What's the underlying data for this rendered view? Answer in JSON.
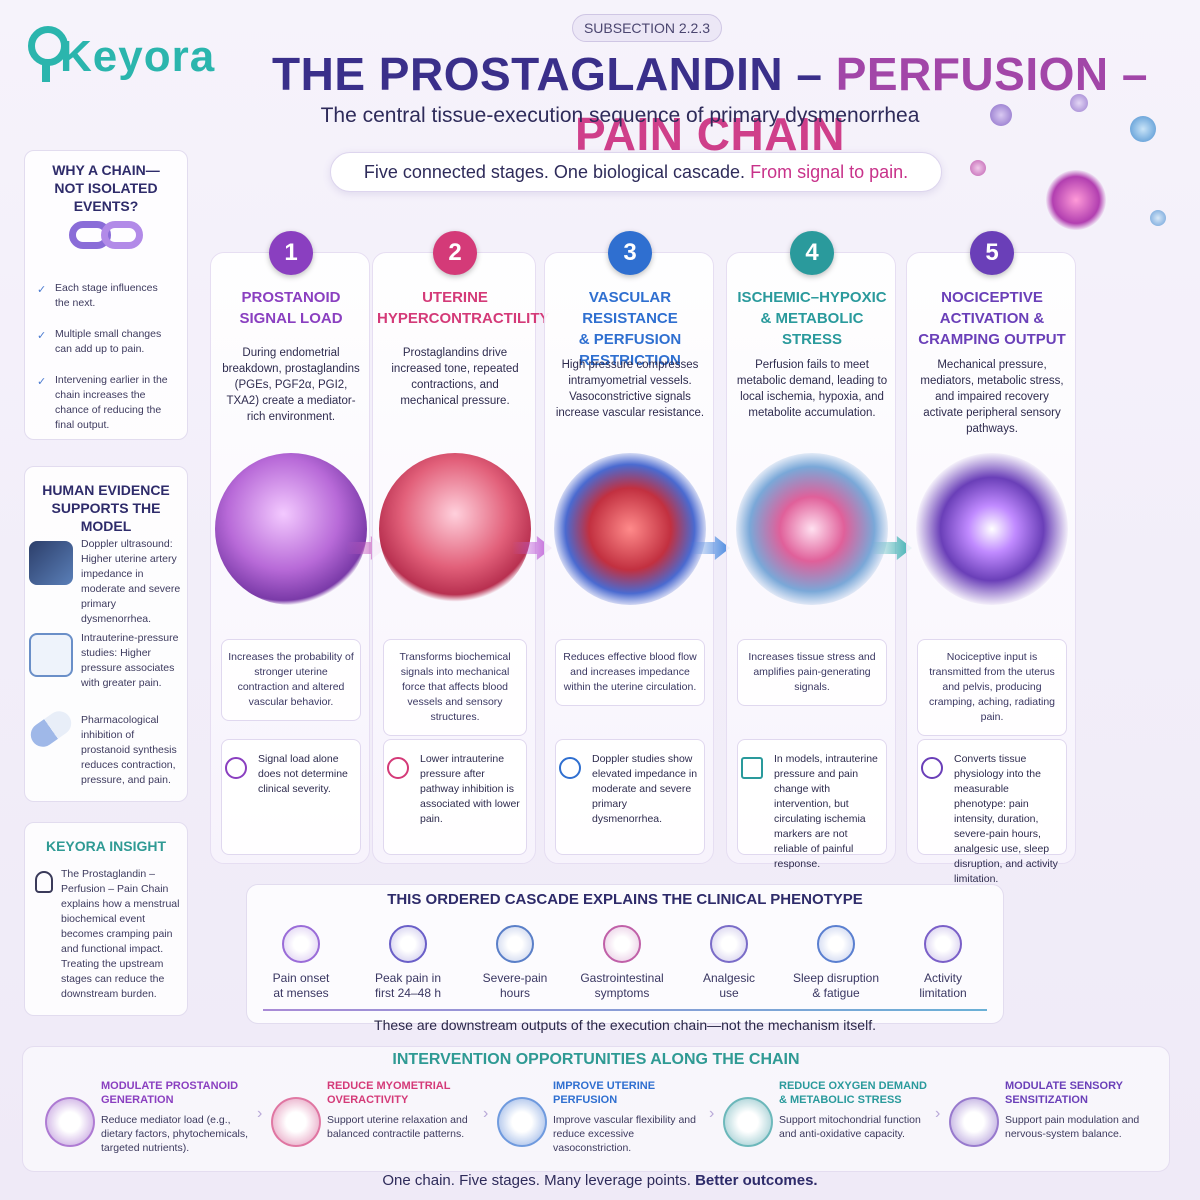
{
  "logo": "Keyora",
  "subsection": "SUBSECTION 2.2.3",
  "title": {
    "part1": "THE PROSTAGLANDIN –",
    "part2": "PERFUSION –",
    "part3": "PAIN CHAIN"
  },
  "subtitle": "The central tissue-execution sequence of primary dysmenorrhea",
  "banner": {
    "text": "Five connected stages. One biological cascade.",
    "highlight": "From signal to pain."
  },
  "left_panels": {
    "why": {
      "title": "WHY A CHAIN—\nNOT ISOLATED EVENTS?",
      "items": [
        "Each stage influences the next.",
        "Multiple small changes can add up to pain.",
        "Intervening earlier in the chain increases the chance of reducing the final output."
      ]
    },
    "evidence": {
      "title": "HUMAN EVIDENCE\nSUPPORTS THE MODEL",
      "items": [
        "Doppler ultrasound: Higher uterine artery impedance in moderate and severe primary dysmenorrhea.",
        "Intrauterine-pressure studies: Higher pressure associates with greater pain.",
        "Pharmacological inhibition of prostanoid synthesis reduces contraction, pressure, and pain."
      ]
    },
    "insight": {
      "title": "KEYORA INSIGHT",
      "text": "The Prostaglandin – Perfusion – Pain Chain explains how a menstrual biochemical event becomes cramping pain and functional impact. Treating the upstream stages can reduce the downstream burden."
    }
  },
  "stages": [
    {
      "num": "1",
      "title": "PROSTANOID\nSIGNAL LOAD",
      "desc": "During endometrial breakdown, prostaglandins (PGEs, PGF2α, PGI2, TXA2) create a mediator-rich environment.",
      "box1": "Increases the probability of stronger uterine contraction and altered vascular behavior.",
      "box2": "Signal load alone does not determine clinical severity.",
      "color": "#8a3fc0"
    },
    {
      "num": "2",
      "title": "UTERINE\nHYPERCONTRACTILITY",
      "desc": "Prostaglandins drive increased tone, repeated contractions, and mechanical pressure.",
      "box1": "Transforms biochemical signals into mechanical force that affects blood vessels and sensory structures.",
      "box2": "Lower intrauterine pressure after pathway inhibition is associated with lower pain.",
      "color": "#d43a78"
    },
    {
      "num": "3",
      "title": "VASCULAR RESISTANCE\n& PERFUSION\nRESTRICTION",
      "desc": "High pressure compresses intramyometrial vessels. Vasoconstrictive signals increase vascular resistance.",
      "box1": "Reduces effective blood flow and increases impedance within the uterine circulation.",
      "box2": "Doppler studies show elevated impedance in moderate and severe primary dysmenorrhea.",
      "color": "#2f6fd0"
    },
    {
      "num": "4",
      "title": "ISCHEMIC–HYPOXIC\n& METABOLIC\nSTRESS",
      "desc": "Perfusion fails to meet metabolic demand, leading to local ischemia, hypoxia, and metabolite accumulation.",
      "box1": "Increases tissue stress and amplifies pain-generating signals.",
      "box2": "In models, intrauterine pressure and pain change with intervention, but circulating ischemia markers are not reliable of painful response.",
      "color": "#2a9a9c"
    },
    {
      "num": "5",
      "title": "NOCICEPTIVE\nACTIVATION &\nCRAMPING OUTPUT",
      "desc": "Mechanical pressure, mediators, metabolic stress, and impaired recovery activate peripheral sensory pathways.",
      "box1": "Nociceptive input is transmitted from the uterus and pelvis, producing cramping, aching, radiating pain.",
      "box2": "Converts tissue physiology into the measurable phenotype: pain intensity, duration, severe-pain hours, analgesic use, sleep disruption, and activity limitation.",
      "color": "#6a3fb8"
    }
  ],
  "cascade": {
    "title": "THIS ORDERED CASCADE EXPLAINS THE CLINICAL PHENOTYPE",
    "items": [
      "Pain onset\nat menses",
      "Peak pain in\nfirst 24–48 h",
      "Severe-pain\nhours",
      "Gastrointestinal\nsymptoms",
      "Analgesic\nuse",
      "Sleep disruption\n& fatigue",
      "Activity\nlimitation"
    ],
    "note": "These are downstream outputs of the execution chain—not the mechanism itself."
  },
  "interventions": {
    "title": "INTERVENTION OPPORTUNITIES ALONG THE CHAIN",
    "items": [
      {
        "title": "MODULATE PROSTANOID\nGENERATION",
        "desc": "Reduce mediator load (e.g., dietary factors, phytochemicals, targeted nutrients).",
        "color": "#8a3fc0"
      },
      {
        "title": "REDUCE MYOMETRIAL\nOVERACTIVITY",
        "desc": "Support uterine relaxation and balanced contractile patterns.",
        "color": "#d43a78"
      },
      {
        "title": "IMPROVE UTERINE\nPERFUSION",
        "desc": "Improve vascular flexibility and reduce excessive vasoconstriction.",
        "color": "#2f6fd0"
      },
      {
        "title": "REDUCE OXYGEN DEMAND\n& METABOLIC STRESS",
        "desc": "Support mitochondrial function and anti-oxidative capacity.",
        "color": "#2a9a9c"
      },
      {
        "title": "MODULATE SENSORY\nSENSITIZATION",
        "desc": "Support pain modulation and nervous-system balance.",
        "color": "#6a3fb8"
      }
    ]
  },
  "footer": {
    "text": "One chain. Five stages. Many leverage points.",
    "bold": "Better outcomes."
  }
}
